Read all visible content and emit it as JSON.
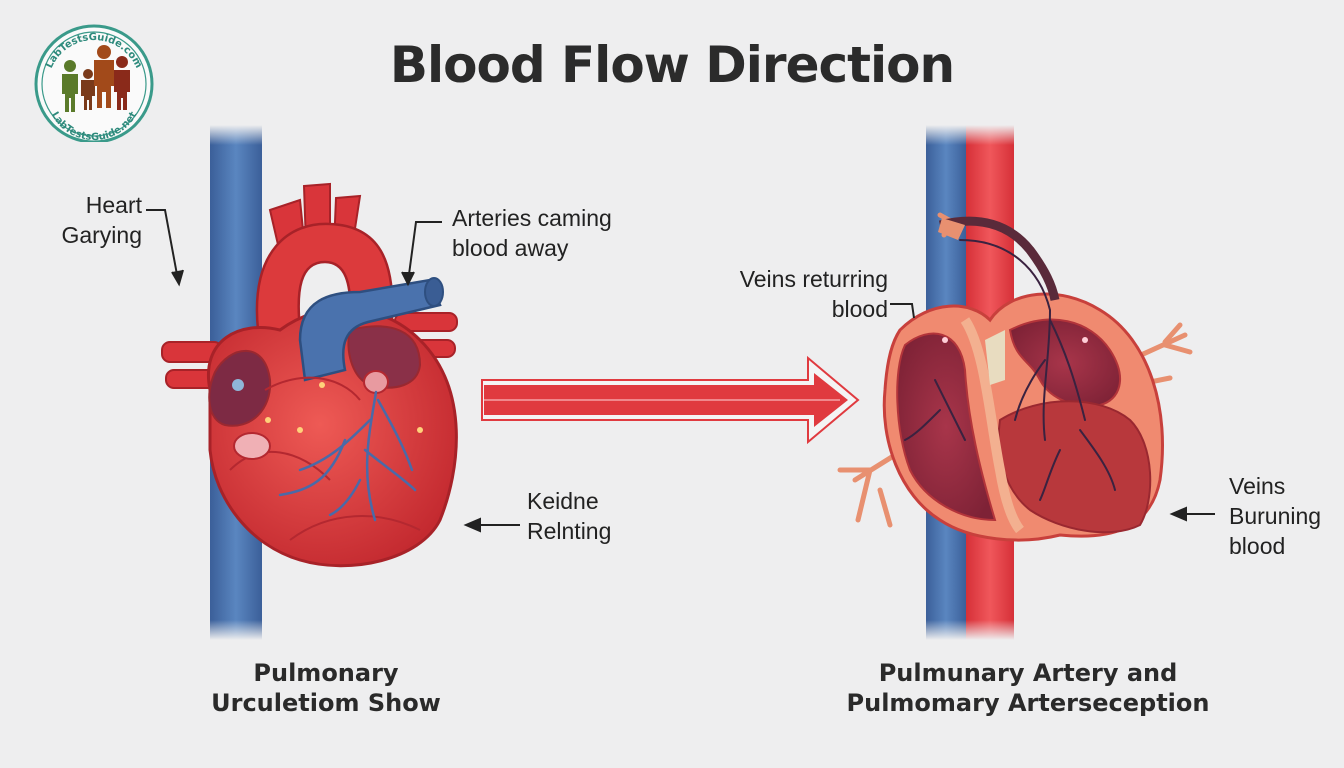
{
  "title": "Blood Flow Direction",
  "logo": {
    "text_top": "LabTestsGuide.com",
    "text_bottom": "LabTestsGuide.net",
    "icon": "family-silhouette-icon"
  },
  "left_labels": {
    "heart": [
      "Heart",
      "Garying"
    ],
    "arteries": [
      "Arteries caming",
      "blood away"
    ],
    "keidne": [
      "Keidne",
      "Relnting"
    ]
  },
  "right_labels": {
    "veins_returning": [
      "Veins returring",
      "blood"
    ],
    "veins_burning": [
      "Veins",
      "Buruning",
      "blood"
    ]
  },
  "captions": {
    "left": [
      "Pulmonary",
      "Urculetiom Show"
    ],
    "right": [
      "Pulmunary Artery and",
      "Pulmomary Arterseception"
    ]
  },
  "colors": {
    "background": "#eeeeef",
    "artery_red": "#e03a3f",
    "vein_blue": "#4670aa",
    "heart_red": "#de3a3c",
    "logo_ring": "#3a9a8a"
  }
}
